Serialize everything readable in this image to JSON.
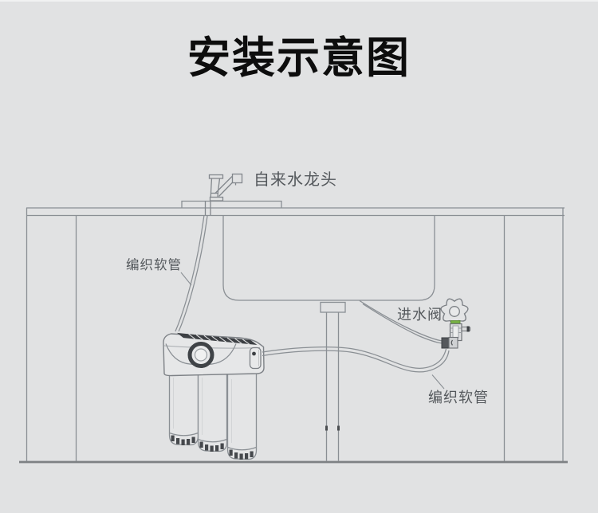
{
  "title": "安装示意图",
  "diagram": {
    "labels": {
      "faucet": "自来水龙头",
      "hose_left": "编织软管",
      "inlet_valve": "进水阀",
      "hose_right": "编织软管"
    },
    "colors": {
      "background": "#e1e2e3",
      "line_gray": "#8a8f94",
      "dark_detail": "#3c3f43",
      "label_text": "#54585c",
      "title_text": "#0d0d0d",
      "valve_accent_green": "#76b043",
      "floor_line": "#7e8184"
    }
  }
}
